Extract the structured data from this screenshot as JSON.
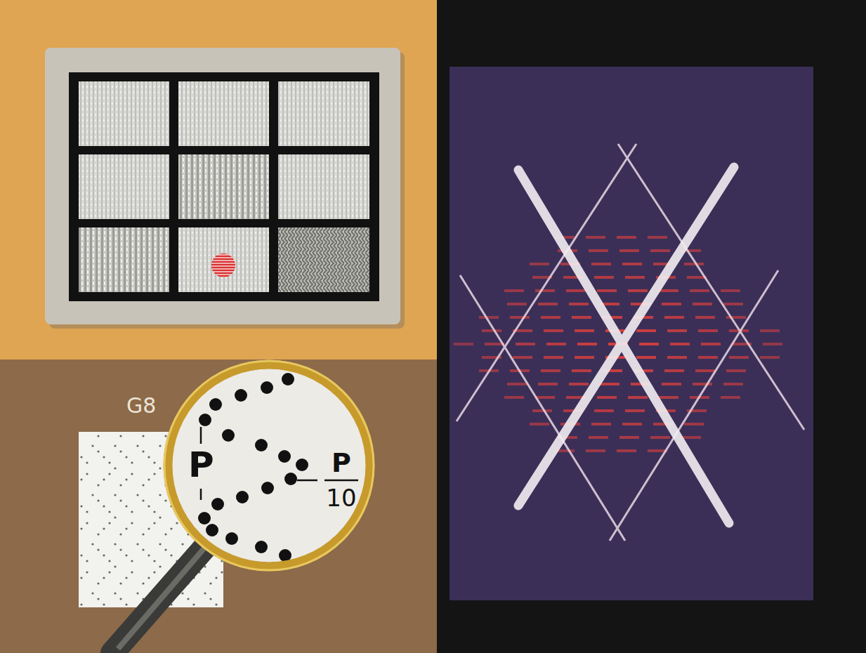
{
  "diagram": {
    "labels": [
      "G8",
      "P",
      "P",
      "10"
    ]
  }
}
